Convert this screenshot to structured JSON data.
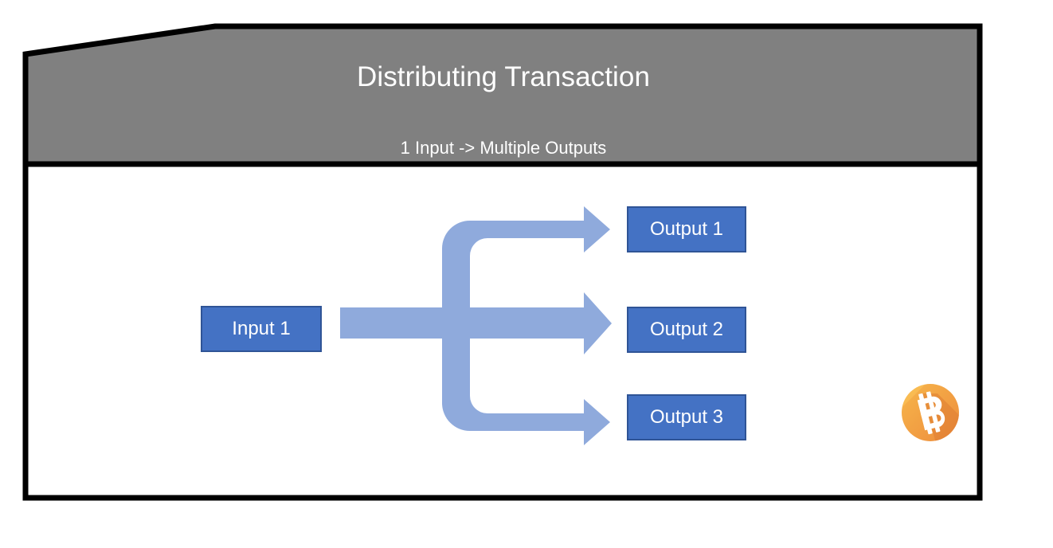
{
  "diagram": {
    "title": "Distributing Transaction",
    "subtitle": "1 Input -> Multiple Outputs",
    "header_fill": "#808080",
    "header_border": "#000000",
    "body_fill": "#FFFFFF",
    "body_border": "#000000",
    "arrow_color": "#8FAADC",
    "node_fill": "#4472C4",
    "node_border": "#2F5496",
    "node_text_color": "#FFFFFF",
    "inputs": [
      {
        "id": "input-1",
        "label": "Input 1"
      }
    ],
    "outputs": [
      {
        "id": "output-1",
        "label": "Output 1"
      },
      {
        "id": "output-2",
        "label": "Output 2"
      },
      {
        "id": "output-3",
        "label": "Output 3"
      }
    ],
    "connector": {
      "type": "split-arrow",
      "from": "Input 1",
      "to": [
        "Output 1",
        "Output 2",
        "Output 3"
      ],
      "branches": 3
    },
    "badge": {
      "name": "bitcoin-logo",
      "symbol": "₿",
      "circle_light": "#F7B64B",
      "circle_dark": "#EC8C3C",
      "shadow": "#D9752F",
      "symbol_color": "#FFFFFF"
    }
  }
}
